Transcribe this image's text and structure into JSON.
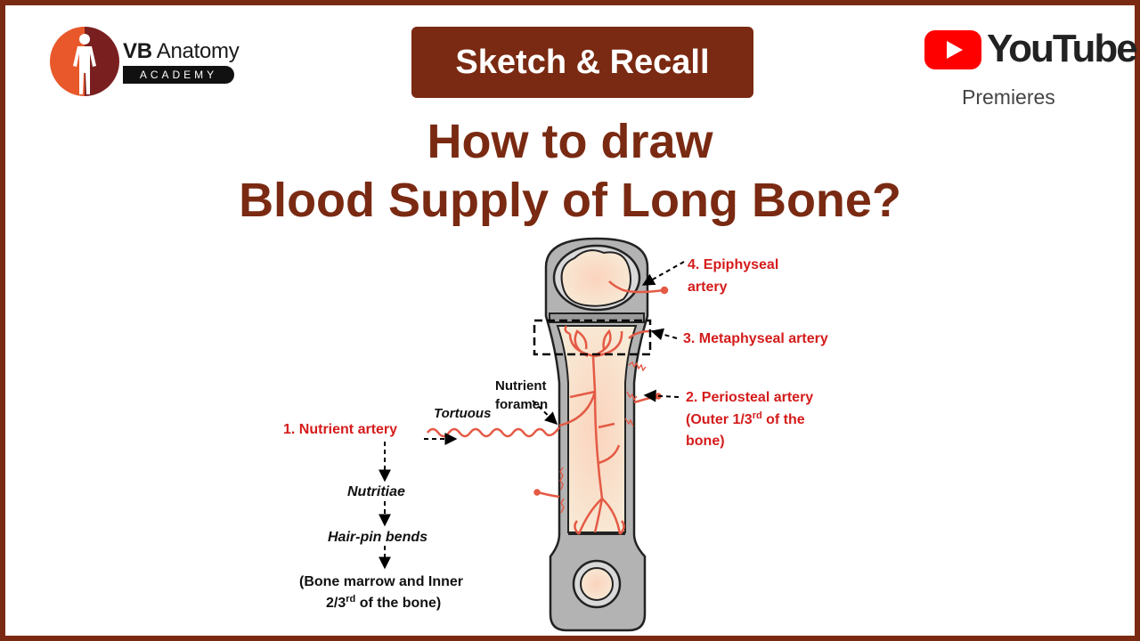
{
  "logo": {
    "name_bold": "VB",
    "name_rest": " Anatomy",
    "sub": "ACADEMY"
  },
  "banner": "Sketch & Recall",
  "youtube": {
    "word": "YouTube",
    "sub": "Premieres"
  },
  "title": {
    "line1": "How to draw",
    "line2": "Blood Supply of Long Bone?"
  },
  "labels": {
    "epiphyseal": [
      "4. Epiphyseal",
      "artery"
    ],
    "metaphyseal": "3. Metaphyseal artery",
    "periosteal": [
      "2. Periosteal artery",
      "(Outer 1/3",
      "rd",
      " of the",
      "bone)"
    ],
    "nutrient_artery": "1. Nutrient artery",
    "nutrient_foramen": [
      "Nutrient",
      "foramen"
    ],
    "tortuous": "Tortuous",
    "nutritiae": "Nutritiae",
    "hairpin": "Hair-pin bends",
    "bone_marrow": [
      "(Bone marrow and Inner",
      "2/3",
      "rd",
      " of the bone)"
    ]
  },
  "colors": {
    "brand": "#7a2a12",
    "artery": "#e45a45",
    "label_red": "#d51b1b",
    "bone_gray": "#b3b3b3",
    "marrow": "#fbe2cf"
  }
}
